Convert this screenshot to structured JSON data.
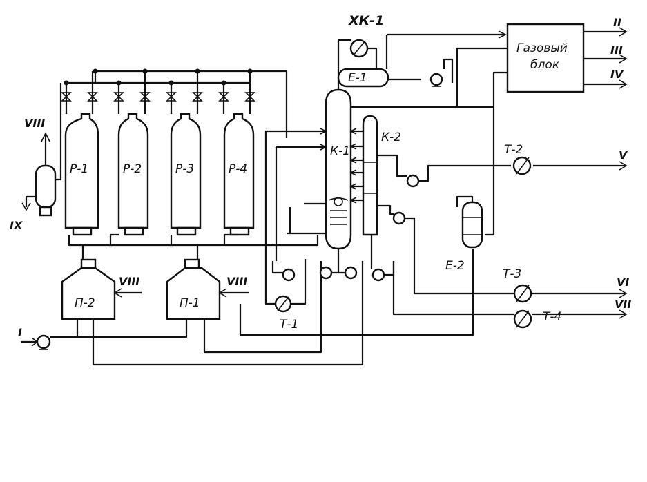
{
  "labels": {
    "xk1": "ХК-1",
    "e1": "Е-1",
    "gas_block_line1": "Газовый",
    "gas_block_line2": "блок",
    "k1": "К-1",
    "k2": "К-2",
    "t2": "Т-2",
    "e2": "Е-2",
    "t3": "Т-3",
    "t4": "Т-4",
    "t1": "Т-1",
    "p1": "Р-1",
    "p2": "Р-2",
    "p3": "Р-3",
    "p4": "Р-4",
    "pp1": "П-1",
    "pp2": "П-2"
  },
  "streams": {
    "s1": "I",
    "s2": "II",
    "s3": "III",
    "s4": "IV",
    "s5": "V",
    "s6": "VI",
    "s7": "VII",
    "s8_top": "VIII",
    "s8_p2": "VIII",
    "s8_p1": "VIII",
    "s9": "IX"
  }
}
